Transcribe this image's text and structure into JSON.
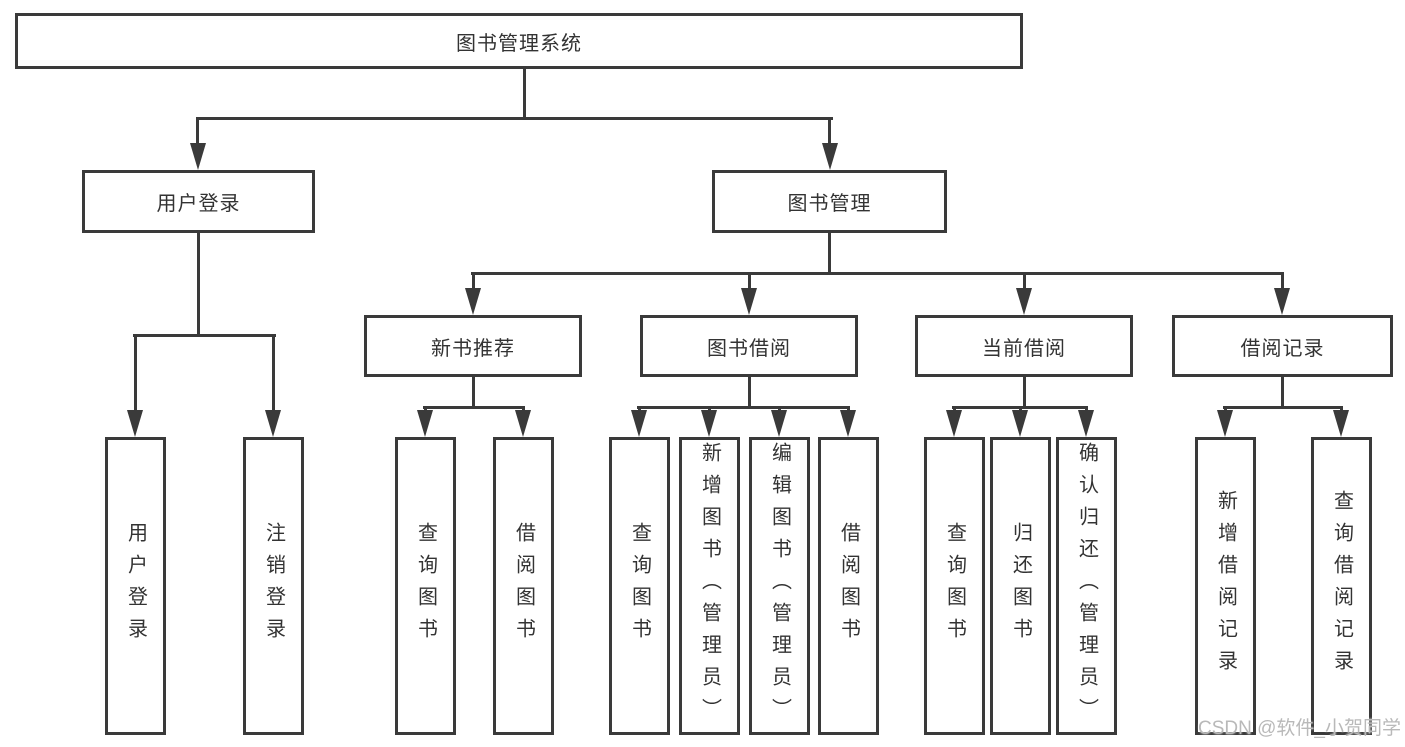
{
  "tree": {
    "root": {
      "label": "图书管理系统",
      "children": [
        {
          "label": "用户登录",
          "children": [
            {
              "label": "用户登录"
            },
            {
              "label": "注销登录"
            }
          ]
        },
        {
          "label": "图书管理",
          "children": [
            {
              "label": "新书推荐",
              "children": [
                {
                  "label": "查询图书"
                },
                {
                  "label": "借阅图书"
                }
              ]
            },
            {
              "label": "图书借阅",
              "children": [
                {
                  "label": "查询图书"
                },
                {
                  "label": "新增图书（管理员）"
                },
                {
                  "label": "编辑图书（管理员）"
                },
                {
                  "label": "借阅图书"
                }
              ]
            },
            {
              "label": "当前借阅",
              "children": [
                {
                  "label": "查询图书"
                },
                {
                  "label": "归还图书"
                },
                {
                  "label": "确认归还（管理员）"
                }
              ]
            },
            {
              "label": "借阅记录",
              "children": [
                {
                  "label": "新增借阅记录"
                },
                {
                  "label": "查询借阅记录"
                }
              ]
            }
          ]
        }
      ]
    }
  },
  "watermark": "CSDN @软件_小贺同学",
  "colors": {
    "line": "#3a3a3a",
    "text": "#333333",
    "box_background": "#ffffff",
    "watermark_text": "#b9b9b9"
  }
}
